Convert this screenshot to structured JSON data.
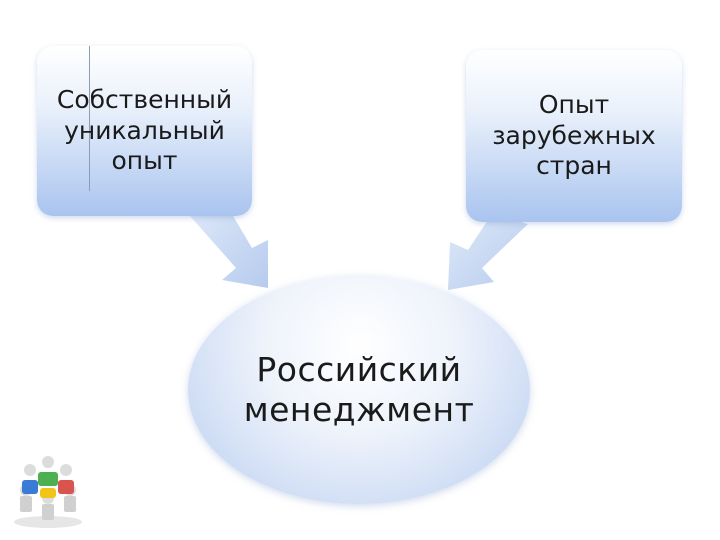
{
  "nodes": {
    "left": "Собственный\nуникальный\nопыт",
    "right": "Опыт\nзарубежных\nстран",
    "center": "Российский\nменеджмент"
  },
  "icons": [
    "arrow-down-right-icon",
    "arrow-down-left-icon",
    "teamwork-puzzle-icon"
  ],
  "colors": {
    "box_top": "#ffffff",
    "box_bottom": "#a9c4ef",
    "arrow": "#c7d8f3"
  }
}
